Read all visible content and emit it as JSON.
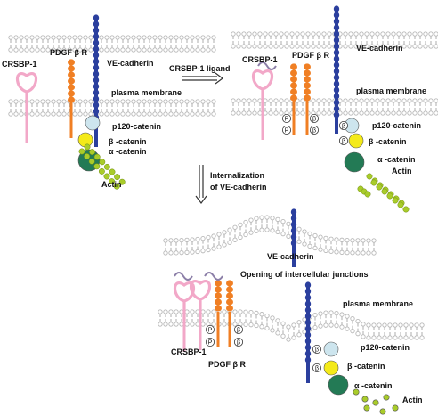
{
  "colors": {
    "membrane_head": "#b8b8b8",
    "membrane_tail": "#9a9a9a",
    "ve_cadherin": "#2b3f9e",
    "pdgf_receptor": "#f07f24",
    "crsbp1": "#f2a8c8",
    "ligand": "#8c7fa8",
    "p120_catenin": "#cde5ee",
    "beta_catenin": "#f4ea1a",
    "alpha_catenin": "#237a55",
    "actin": "#a9cc2a"
  },
  "panel1": {
    "crsbp1": "CRSBP-1",
    "pdgf": "PDGF β R",
    "vecad": "VE-cadherin",
    "pm": "plasma membrane",
    "p120": "p120-catenin",
    "beta": "β -catenin",
    "alpha": "α -catenin",
    "actin": "Actin"
  },
  "arrow1": {
    "label": "CRSBP-1 ligand"
  },
  "panel2": {
    "crsbp1": "CRSBP-1",
    "pdgf": "PDGF β R",
    "vecad": "VE-cadherin",
    "pm": "plasma membrane",
    "p120": "p120-catenin",
    "beta": "β -catenin",
    "alpha": "α -catenin",
    "actin": "Actin"
  },
  "arrow2": {
    "line1": "Internalization",
    "line2": "of  VE-cadherin"
  },
  "panel3": {
    "vecad": "VE-cadherin",
    "opening": "Opening of intercellular junctions",
    "pm": "plasma membrane",
    "crsbp1": "CRSBP-1",
    "pdgf": "PDGF β R",
    "p120": "p120-catenin",
    "beta": "β -catenin",
    "alpha": "α -catenin",
    "actin": "Actin"
  },
  "symbols": {
    "phospho": "P",
    "beta_short": "β"
  }
}
